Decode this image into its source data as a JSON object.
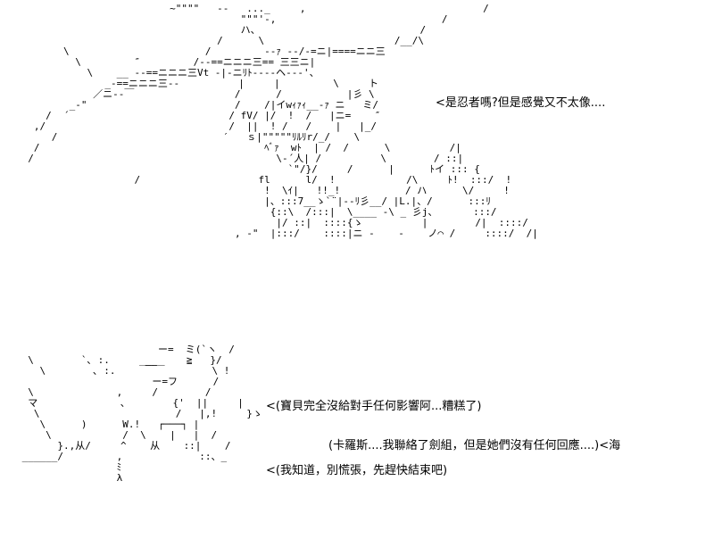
{
  "art": {
    "top": "                          ~\"\"\"\"   --   ..._     ,                              /\n                                      \"\"\"'-,                            /\n                                      ハ、                           /\n                                  /      \\                      /__/\\\n        \\                       /         --ｧ --/-=ニ|====ニニ三\n          \\         ″         /--==ニニニ三== 三三ニ|\n            \\    __ --==ニニニ三Vt -|-ニﾘﾄ----ヘ---'、\n               _-==ニニニ三--          |     |         \\     ト\n             ／ニ--￣                 /      /           |彡 \\\n         _-\"                         /    /|イwｨｧｨ__-ｧ ニ   ミ/\n     /  ´                           / fV/ |/  !  /   |ニ=    ″\n   ,/                               /  ||  ! /   /    |   |_/\n      /                            ′   ｓ|\"\"\"\"\"ﾘﾙﾘr/_/    \\\n   /                                      ﾍﾞｧ  wﾄ  | /  /      \\          /|\n  /                                         \\-´人| /          \\        / ::|\n                                              `\"/}/     /      |      ﾄイ ::: {\n                    /                    fl      l/  !            /\\     ﾄ!  :::/  !\n                                          !  \\ｲ|   !!_!           / ハ      \\/     !\n                                          |、:::7__ゝ`¨|--ﾘ彡__/ |L.|、/      :::ﾘ\n                                           {::\\  /:::|  \\____ -\\ _ 彡j、      :::/\n                                            |/ ::|  ::::{ゝ          |        /|  ::::/\n                                     , -\"  |:::/    ::::|ニ -    -    ノ⌒ /     ::::/  /|",
    "bottom": "                        ー=  ミ(`ヽ  /\n  \\        `､ :.     ___     ≧   }/\n    \\        ､ :.     ￣￣        \\ !\n                       ー=フ      /\n  \\              ,     /        /\n  マ              ､        {'  ||     |\n   \\                       /   |,!     }ゝ\n    \\      )      W.!   ┌───┐ |\n     \\            /  \\    |   |  /\n       }.,从/     ^    从    ::|    /\n ______/         ,             ::、_\n                 ﾐ\n                 λ"
  },
  "dialogue": {
    "line1": "<是忍者嗎?但是感覺又不太像....",
    "line2": "<(寶貝完全沒給對手任何影響阿...糟糕了)",
    "line3": "(卡羅斯....我聯絡了劍組，但是她們沒有任何回應....)<海",
    "line4": "<(我知道，別慌張，先趕快結束吧)"
  }
}
